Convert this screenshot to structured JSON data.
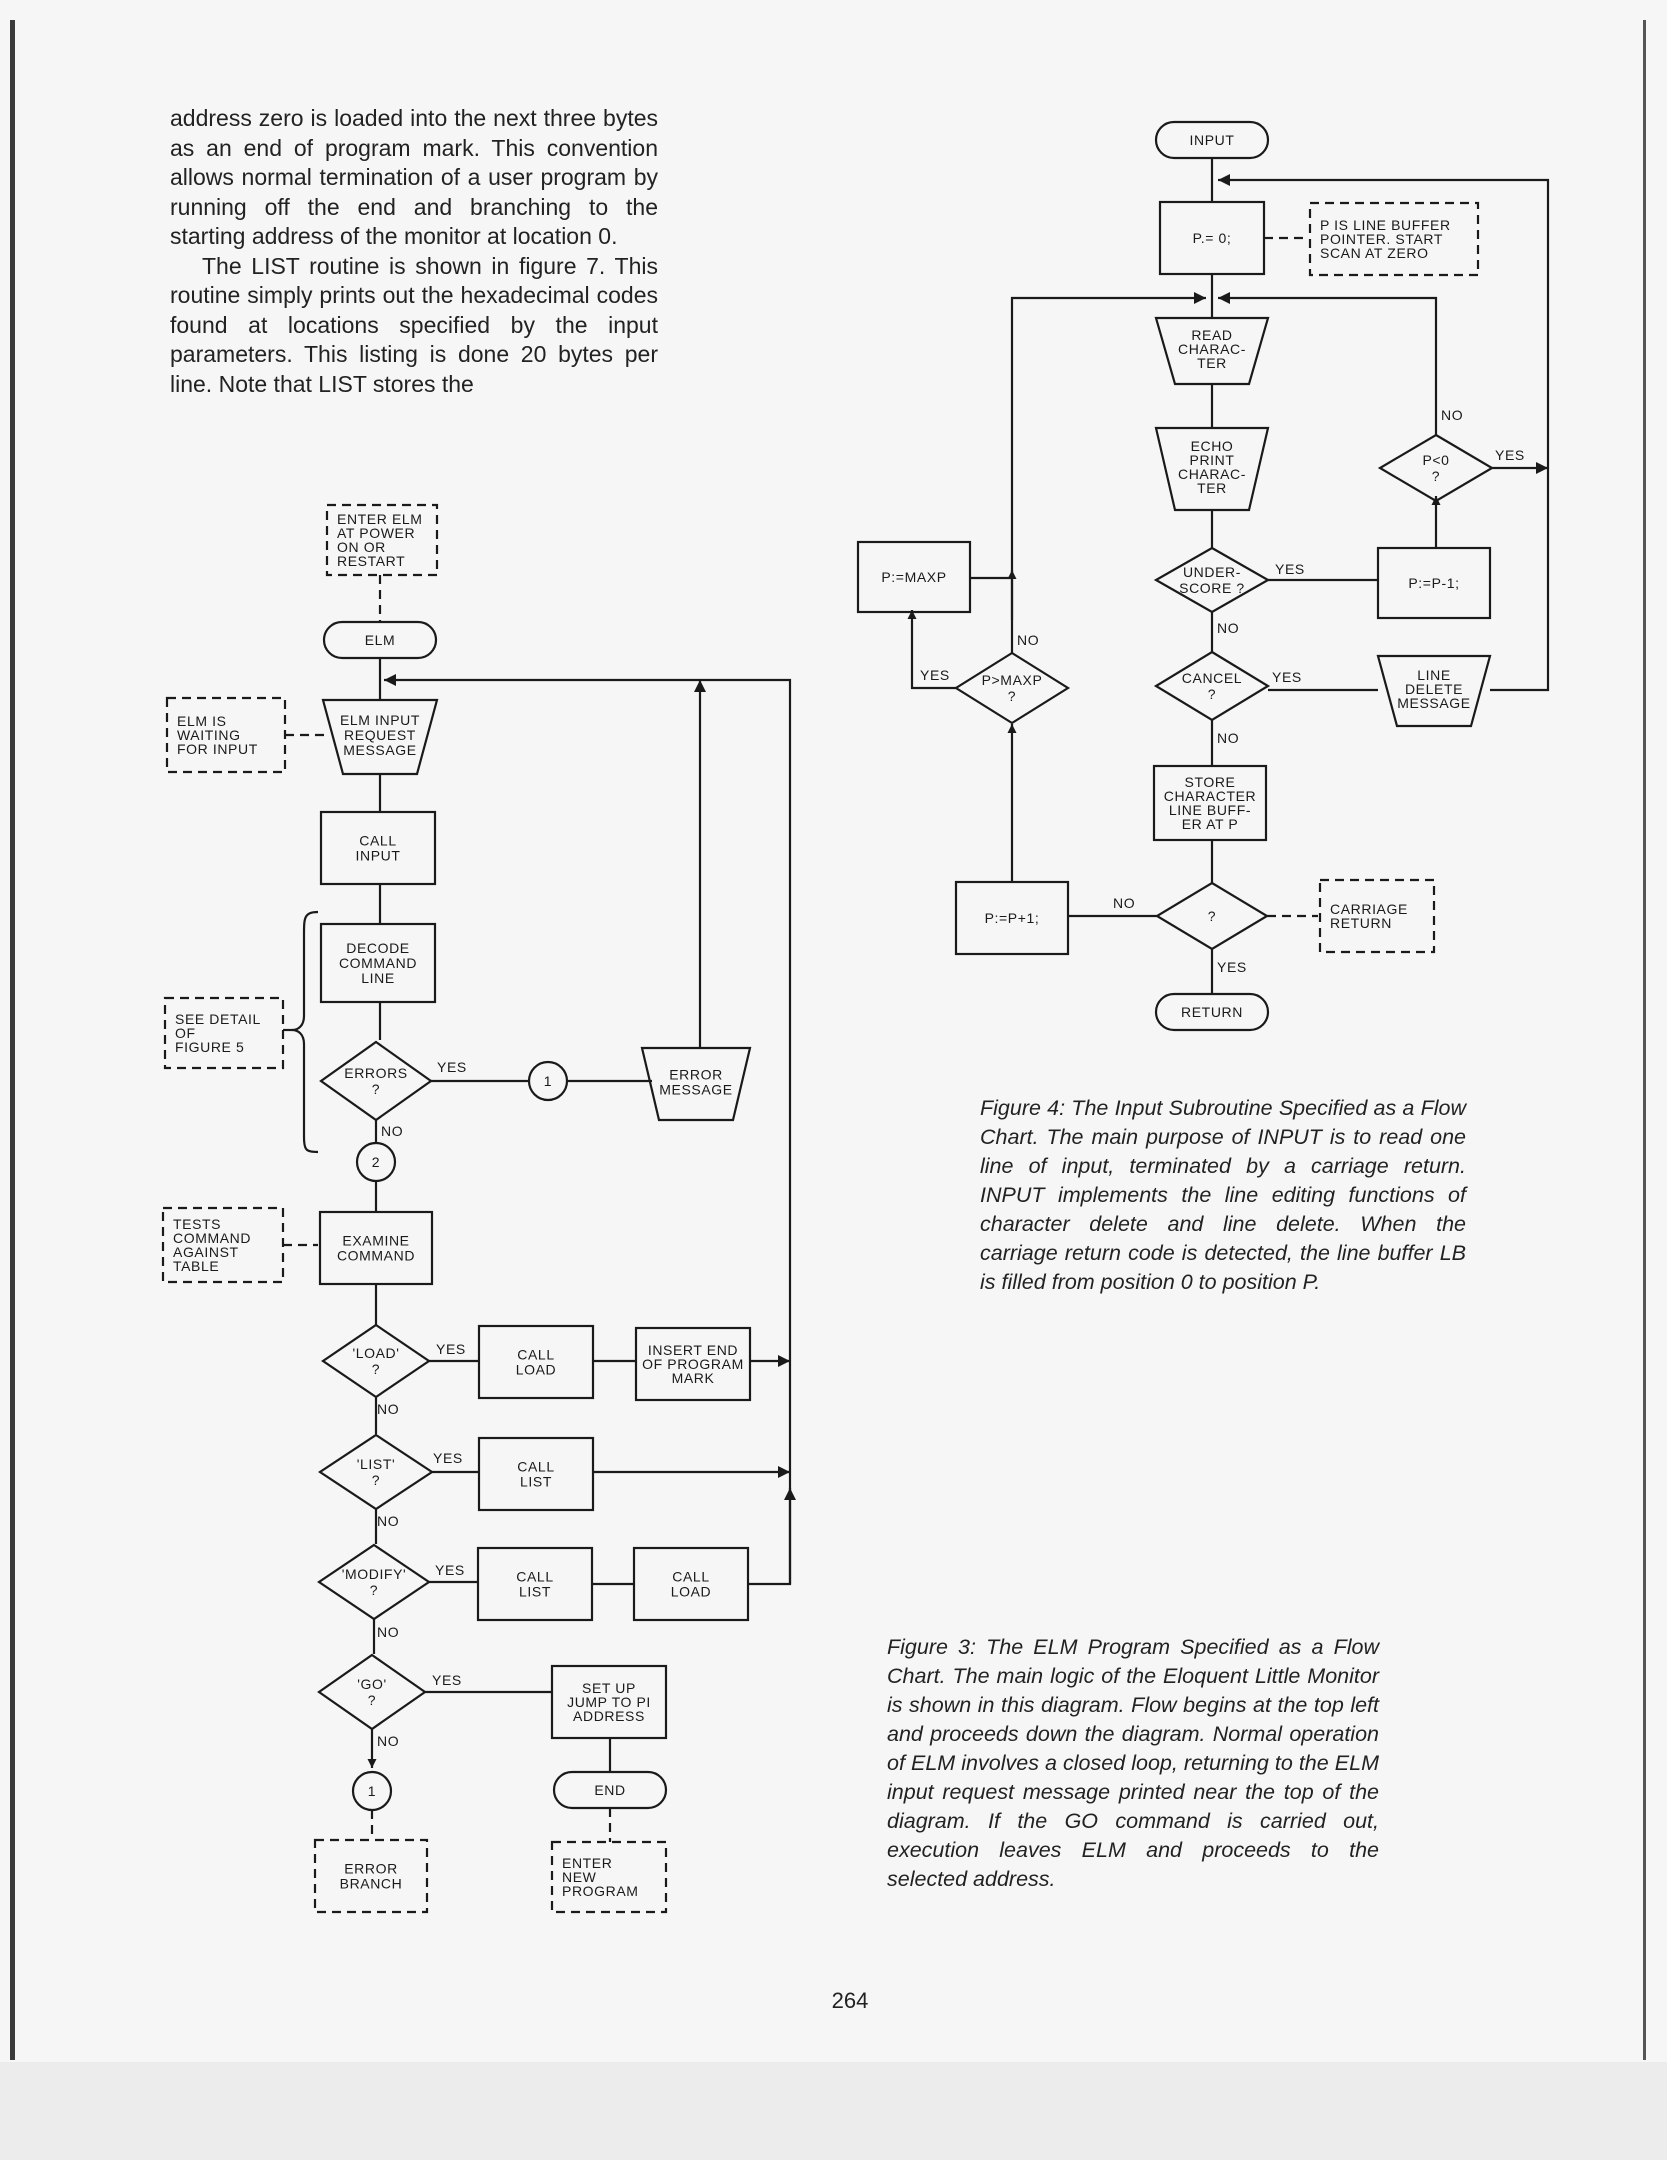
{
  "body_text": {
    "para1": "address zero is loaded into the next three bytes as an end of program mark. This convention allows normal termination of a user program by running off the end and branching to the starting address of the monitor at location 0.",
    "para2": "The LIST routine is shown in figure 7. This routine simply prints out the hexadecimal codes found at locations specified by the input parameters. This listing is done 20 bytes per line. Note that LIST stores the"
  },
  "figure3": {
    "enter_elm_note": [
      "ENTER ELM",
      "AT POWER",
      "ON OR",
      "RESTART"
    ],
    "elm": "ELM",
    "elm_waiting_note": [
      "ELM IS",
      "WAITING",
      "FOR INPUT"
    ],
    "input_request": [
      "ELM INPUT",
      "REQUEST",
      "MESSAGE"
    ],
    "call_input": [
      "CALL",
      "INPUT"
    ],
    "decode": [
      "DECODE",
      "COMMAND",
      "LINE"
    ],
    "see_detail_note": [
      "SEE DETAIL",
      "OF",
      "FIGURE 5"
    ],
    "errors": [
      "ERRORS",
      "?"
    ],
    "error_message": [
      "ERROR",
      "MESSAGE"
    ],
    "connector_1": "1",
    "connector_2": "2",
    "tests_note": [
      "TESTS",
      "COMMAND",
      "AGAINST",
      "TABLE"
    ],
    "examine": [
      "EXAMINE",
      "COMMAND"
    ],
    "load_q": [
      "'LOAD'",
      "?"
    ],
    "call_load": [
      "CALL",
      "LOAD"
    ],
    "insert_end": [
      "INSERT END",
      "OF PROGRAM",
      "MARK"
    ],
    "list_q": [
      "'LIST'",
      "?"
    ],
    "call_list_1": [
      "CALL",
      "LIST"
    ],
    "modify_q": [
      "'MODIFY'",
      "?"
    ],
    "call_list_2": [
      "CALL",
      "LIST"
    ],
    "call_load_2": [
      "CALL",
      "LOAD"
    ],
    "go_q": [
      "'GO'",
      "?"
    ],
    "setup_jump": [
      "SET UP",
      "JUMP TO PI",
      "ADDRESS"
    ],
    "end": "END",
    "error_branch_note": [
      "ERROR",
      "BRANCH"
    ],
    "enter_new_note": [
      "ENTER",
      "NEW",
      "PROGRAM"
    ],
    "yes": "YES",
    "no": "NO",
    "caption": "Figure 3: The ELM Program Specified as a Flow Chart. The main logic of the Eloquent Little Monitor is shown in this diagram. Flow begins at the top left and proceeds down the diagram. Normal operation of ELM involves a closed loop, returning to the ELM input request message printed near the top of the diagram. If the GO command is carried out, execution leaves ELM and proceeds to the selected address."
  },
  "figure4": {
    "input": "INPUT",
    "p_zero": "P.= 0;",
    "p_note": [
      "P IS LINE BUFFER",
      "POINTER. START",
      "SCAN AT ZERO"
    ],
    "read_char": [
      "READ",
      "CHARAC-",
      "TER"
    ],
    "echo_print": [
      "ECHO",
      "PRINT",
      "CHARAC-",
      "TER"
    ],
    "p_lt_0": [
      "P<0",
      "?"
    ],
    "underscore": [
      "UNDER-",
      "SCORE ?"
    ],
    "p_minus": "P:=P-1;",
    "p_maxp": "P:=MAXP",
    "p_gt_maxp": [
      "P>MAXP",
      "?"
    ],
    "cancel": [
      "CANCEL",
      "?"
    ],
    "line_delete": [
      "LINE",
      "DELETE",
      "MESSAGE"
    ],
    "store_char": [
      "STORE",
      "CHARACTER",
      "LINE BUFF-",
      "ER AT P"
    ],
    "cr_q": "?",
    "carriage_note": [
      "CARRIAGE",
      "RETURN"
    ],
    "p_plus": "P:=P+1;",
    "return": "RETURN",
    "yes": "YES",
    "no": "NO",
    "caption": "Figure 4: The Input Subroutine Specified as a Flow Chart. The main purpose of INPUT is to read one line of input, terminated by a carriage return. INPUT implements the line editing functions of character delete and line delete. When the carriage return code is detected, the line buffer LB is filled from position 0 to position P."
  },
  "page_number": "264"
}
